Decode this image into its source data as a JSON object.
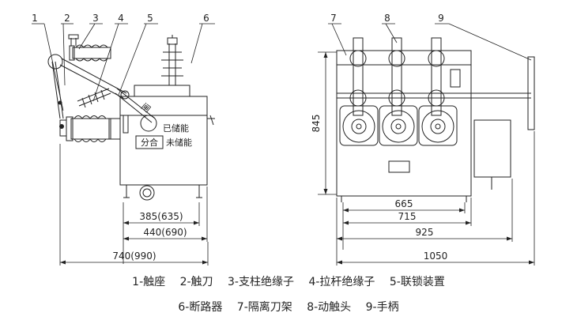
{
  "callouts": {
    "left": [
      "1",
      "2",
      "3",
      "4",
      "5",
      "6"
    ],
    "right": [
      "7",
      "8",
      "9"
    ]
  },
  "panel_labels": {
    "fen_he": "分合",
    "yi_chu_neng": "已储能",
    "wei_chu_neng": "未储能",
    "hand": "闸"
  },
  "dimensions": {
    "left": [
      "385(635)",
      "440(690)",
      "740(990)"
    ],
    "right_vertical": "845",
    "right": [
      "665",
      "715",
      "925",
      "1050"
    ]
  },
  "legend": {
    "row1": [
      "1-触座",
      "2-触刀",
      "3-支柱绝缘子",
      "4-拉杆绝缘子",
      "5-联锁装置"
    ],
    "row2": [
      "6-断路器",
      "7-隔离刀架",
      "8-动触头",
      "9-手柄"
    ]
  },
  "colors": {
    "line": "#222222",
    "background": "#ffffff"
  }
}
